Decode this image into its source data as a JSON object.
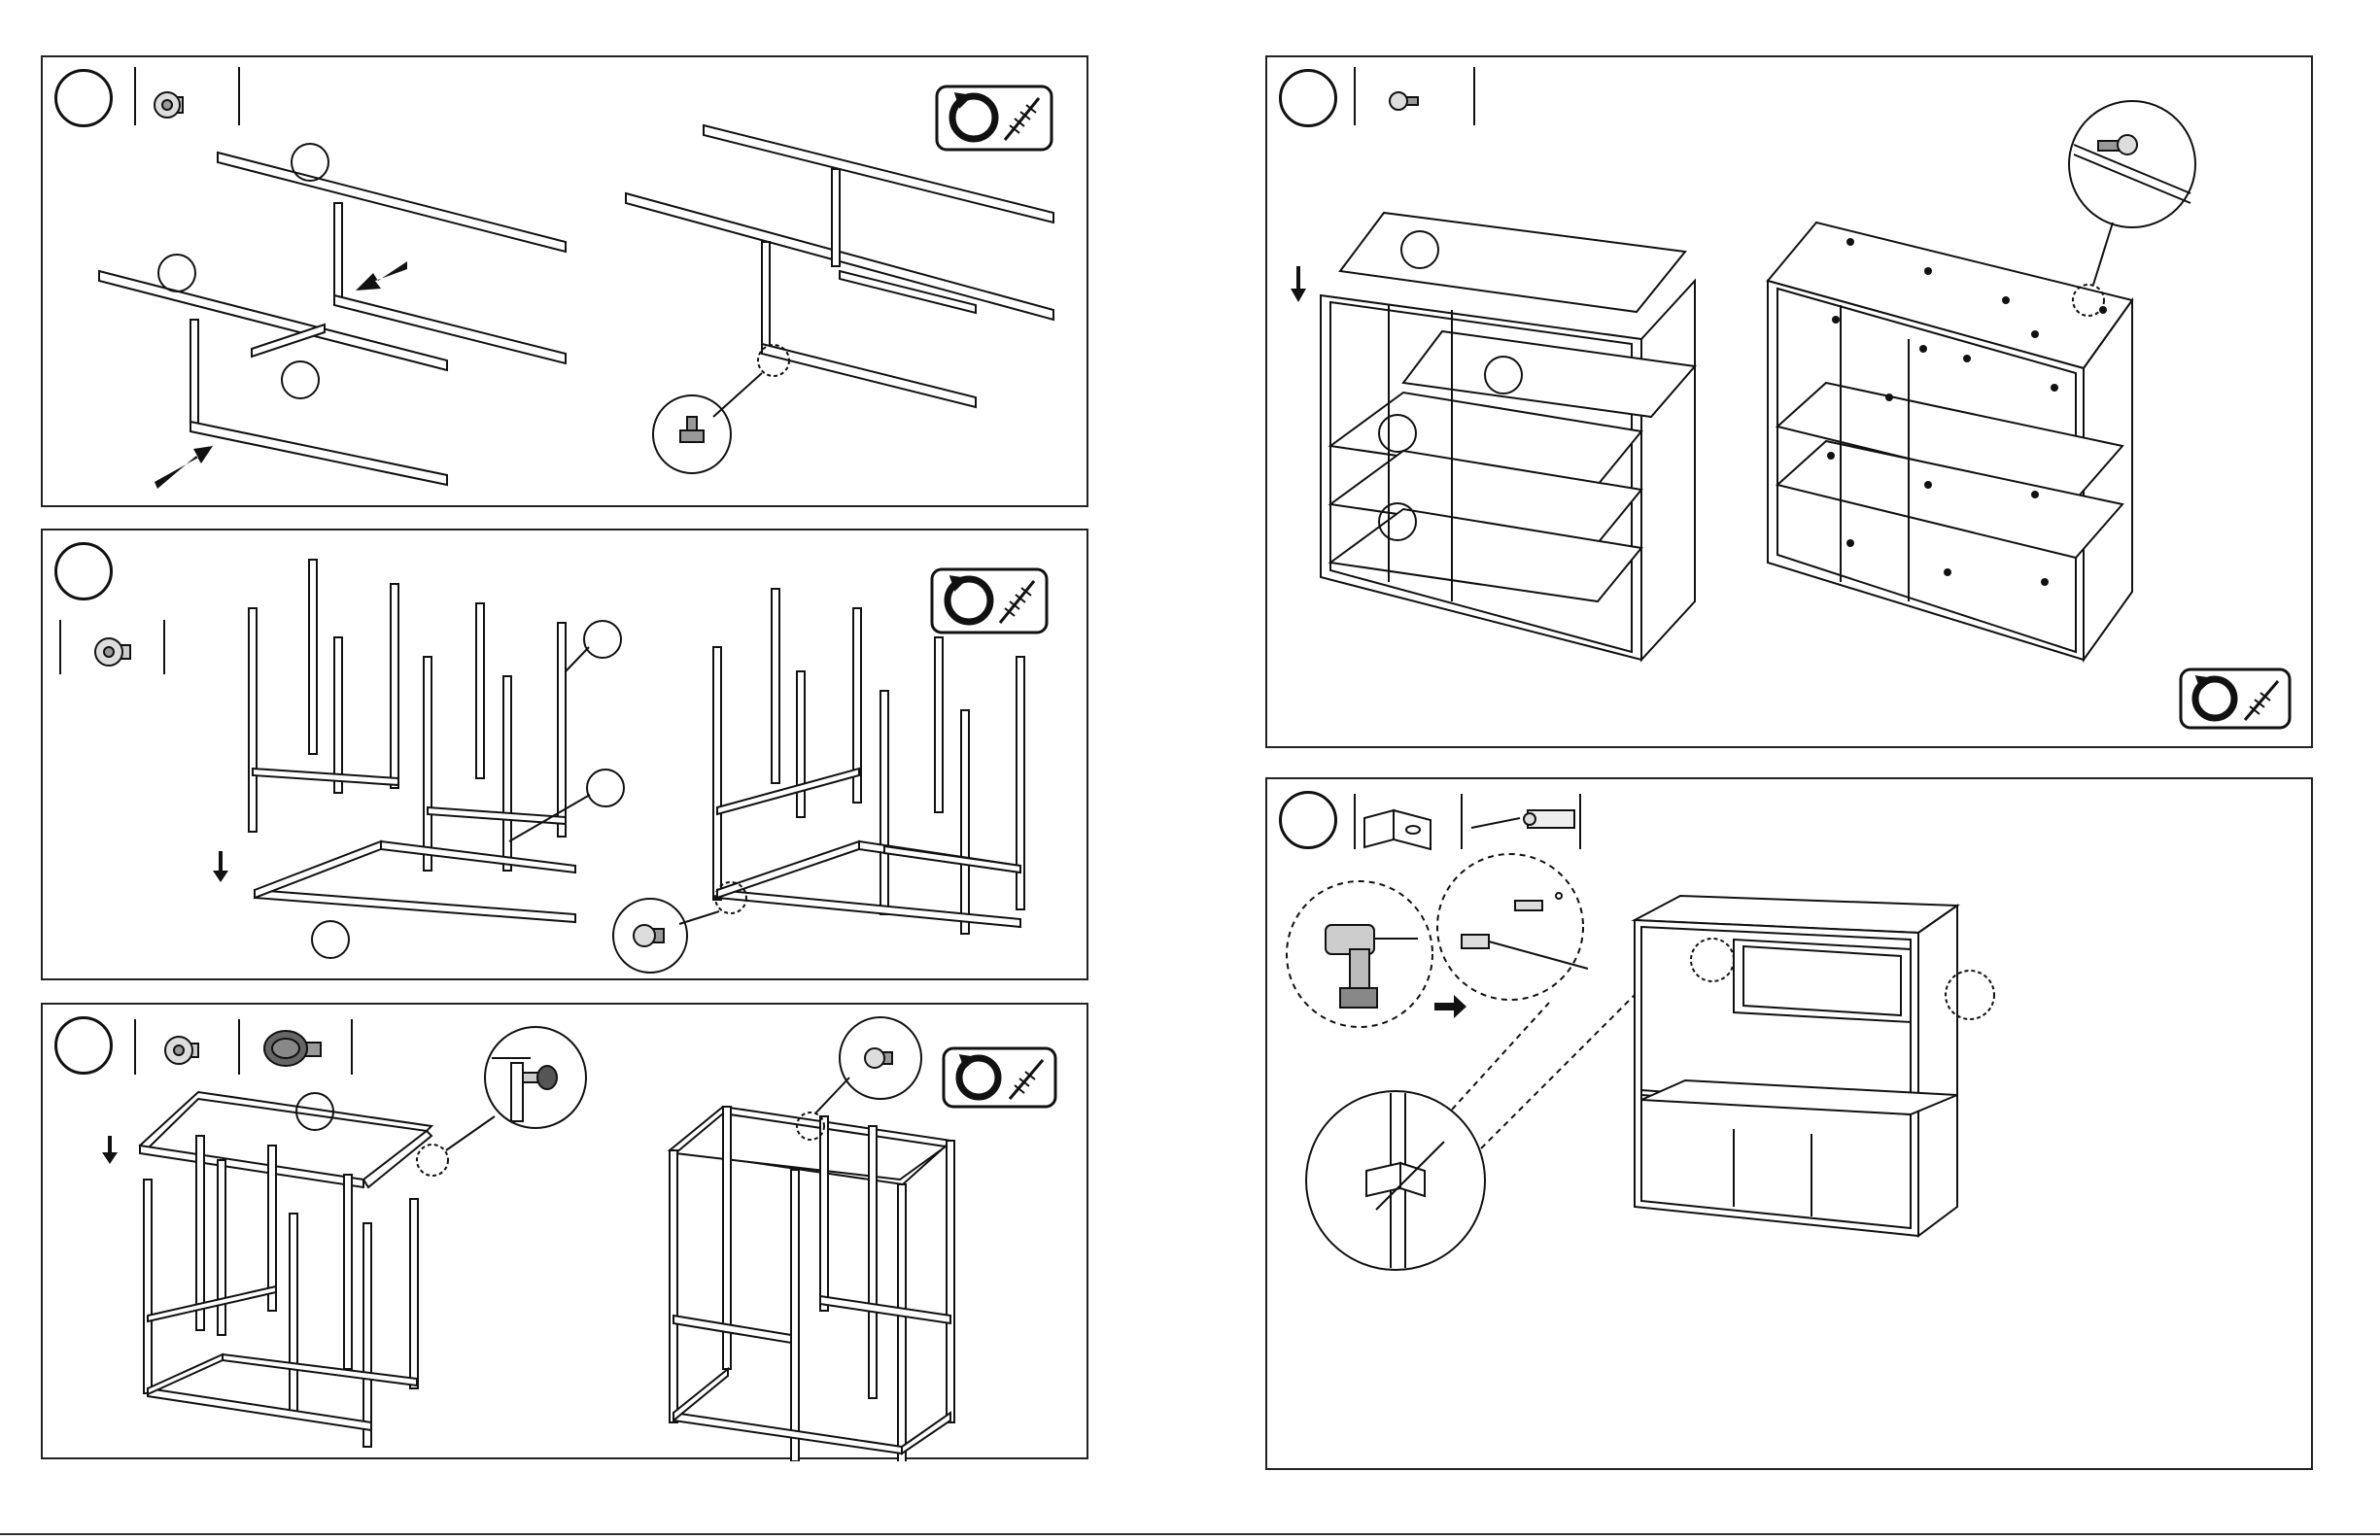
{
  "document": {
    "type": "assembly-instructions",
    "colors": {
      "line": "#111111",
      "background": "#ffffff",
      "hardware_fill": "#c8c8c8"
    }
  },
  "steps": [
    {
      "id": "step-a",
      "number": "",
      "hardware_icons": [
        "hex-bolt-icon"
      ],
      "tool_icon": "screwdriver-rotation-icon",
      "part_callouts": 4
    },
    {
      "id": "step-b",
      "number": "",
      "hardware_icons": [
        "hex-bolt-icon"
      ],
      "tool_icon": "screwdriver-rotation-icon",
      "part_callouts": 4
    },
    {
      "id": "step-c",
      "number": "",
      "hardware_icons": [
        "hex-bolt-icon",
        "leveling-foot-icon"
      ],
      "tool_icon": "screwdriver-rotation-icon",
      "part_callouts": 1
    },
    {
      "id": "step-d",
      "number": "",
      "hardware_icons": [
        "small-screw-icon"
      ],
      "tool_icon": "screwdriver-rotation-icon",
      "part_callouts": 4
    },
    {
      "id": "step-e",
      "number": "",
      "hardware_icons": [
        "l-bracket-icon",
        "wall-anchor-screw-icon"
      ],
      "tool_icon": "drill-icon",
      "part_callouts": 0
    }
  ]
}
